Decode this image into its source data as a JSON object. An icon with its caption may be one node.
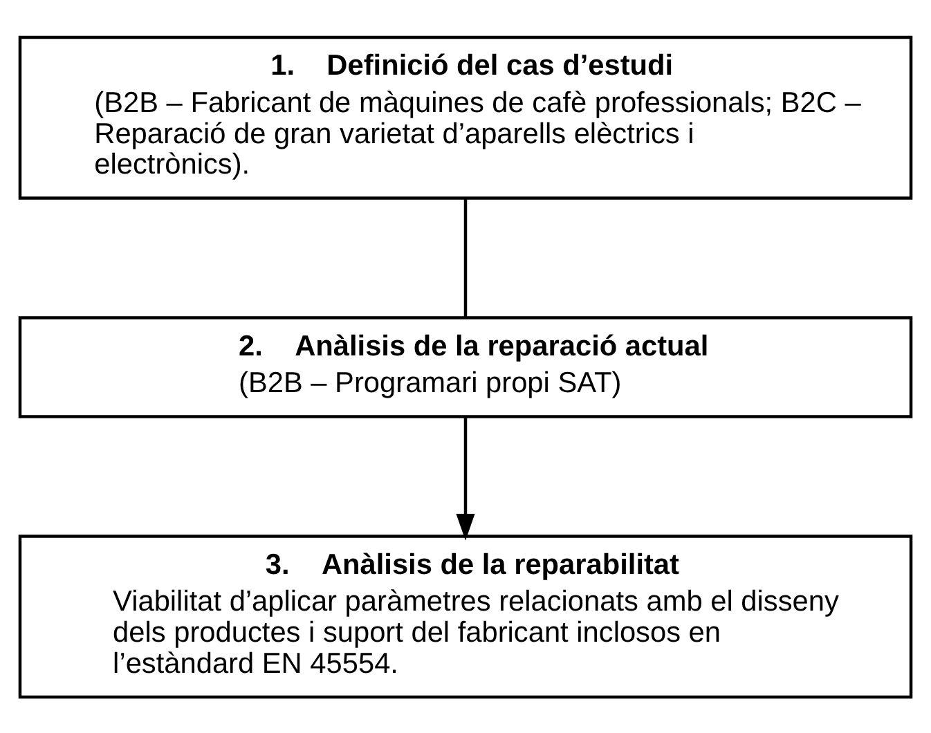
{
  "diagram": {
    "nodes": [
      {
        "text": [
          "1.    Definició del cas d’estudi",
          "(B2B – Fabricant de màquines de cafè professionals; B2C – Reparació de gran varietat d’aparells elèctrics i electrònics)."
        ]
      },
      {
        "text": [
          "2.    Anàlisis de la reparació actual",
          "(B2B – Programari propi SAT)"
        ]
      },
      {
        "text": [
          "3.    Anàlisis de la reparabilitat",
          "Viabilitat d’aplicar paràmetres relacionats amb el disseny dels productes i suport del fabricant inclosos en l’estàndard EN 45554."
        ]
      }
    ],
    "edges": [
      {
        "from": 0,
        "to": 1,
        "arrow": "none"
      },
      {
        "from": 1,
        "to": 2,
        "arrow": "to"
      }
    ]
  }
}
